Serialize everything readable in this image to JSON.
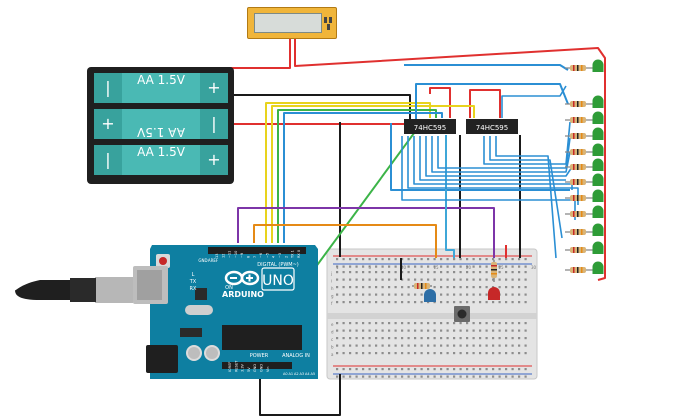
{
  "battery": {
    "cells": [
      {
        "label": "AA 1.5V",
        "left_term": "|",
        "right_term": "+",
        "flipped": false
      },
      {
        "label": "AA 1.5V",
        "left_term": "+",
        "right_term": "|",
        "flipped": true
      },
      {
        "label": "AA 1.5V",
        "left_term": "|",
        "right_term": "+",
        "flipped": false
      }
    ]
  },
  "chips": [
    "74HC595",
    "74HC595"
  ],
  "arduino": {
    "brand": "ARDUINO",
    "model": "UNO",
    "digital_label": "DIGITAL (PWM~)",
    "power_label": "POWER",
    "analog_label": "ANALOG IN",
    "tx": "TX",
    "rx": "RX",
    "l": "L",
    "on": "ON",
    "aref": "AREF",
    "gnd": "GND",
    "digital_pins": [
      "13",
      "12",
      "~11",
      "~10",
      "~9",
      "8",
      "7",
      "~6",
      "~5",
      "4",
      "~3",
      "2",
      "TX 1",
      "RX 0"
    ],
    "power_pins": [
      "IOREF",
      "RESET",
      "3.3V",
      "5V",
      "GND",
      "GND",
      "Vin"
    ],
    "analog_pins": [
      "A0",
      "A1",
      "A2",
      "A3",
      "A4",
      "A5"
    ]
  },
  "breadboard": {
    "row_letters_top": [
      "j",
      "i",
      "h",
      "g",
      "f"
    ],
    "row_letters_bottom": [
      "e",
      "d",
      "c",
      "b",
      "a"
    ],
    "col_numbers": [
      "1",
      "5",
      "10",
      "15",
      "20",
      "25",
      "30"
    ]
  },
  "colors": {
    "red": "#e0302f",
    "black": "#1a1a1a",
    "blue": "#2b8fd4",
    "green": "#3cb448",
    "yellow": "#e8d31d",
    "purple": "#7d35a8",
    "orange": "#e58a16",
    "arduino": "#0e7fa1",
    "led_green": "#2e9c37",
    "led_red": "#c62828",
    "led_blue": "#2d6ea6"
  }
}
